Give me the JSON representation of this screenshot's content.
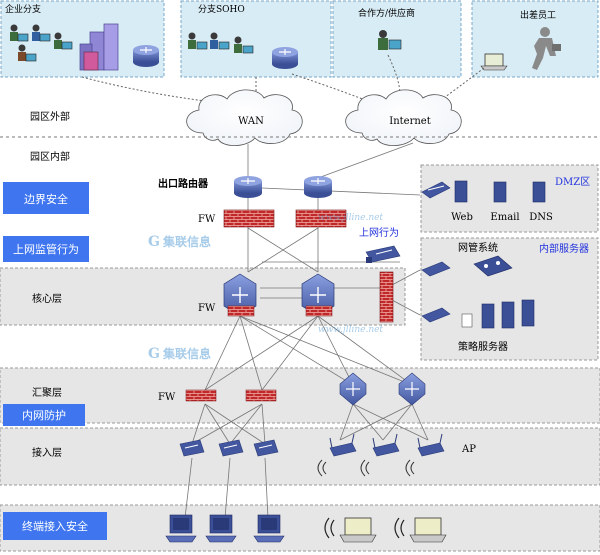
{
  "branches": {
    "enterprise": "企业分支",
    "soho": "分支SOHO",
    "partner": "合作方/供应商",
    "traveler": "出差员工"
  },
  "clouds": {
    "wan": "WAN",
    "internet": "Internet"
  },
  "zones": {
    "outside": "园区外部",
    "inside": "园区内部"
  },
  "section_labels": {
    "border_security": "边界安全",
    "internet_behavior": "上网监管行为",
    "intranet_protection": "内网防护",
    "terminal_access_security": "终端接入安全"
  },
  "layers": {
    "core": "核心层",
    "aggregation": "汇聚层",
    "access": "接入层"
  },
  "devices": {
    "egress_router": "出口路由器",
    "fw": "FW",
    "behavior": "上网行为",
    "ap": "AP"
  },
  "dmz": {
    "title": "DMZ区",
    "servers": [
      "Web",
      "Email",
      "DNS"
    ]
  },
  "internal_servers": {
    "title": "内部服务器",
    "nms": "网管系统",
    "policy": "策略服务器"
  },
  "watermark": {
    "logo": "集联信息",
    "url": "www.jlline.net"
  },
  "colors": {
    "band_bg": "#e6e6e6",
    "label_box": "#3f76f0",
    "branch_bg": "#d8ecf5",
    "device_blue": "#5a6fb8",
    "firewall_red": "#c0282a",
    "accent_blue_text": "#2233dd"
  }
}
